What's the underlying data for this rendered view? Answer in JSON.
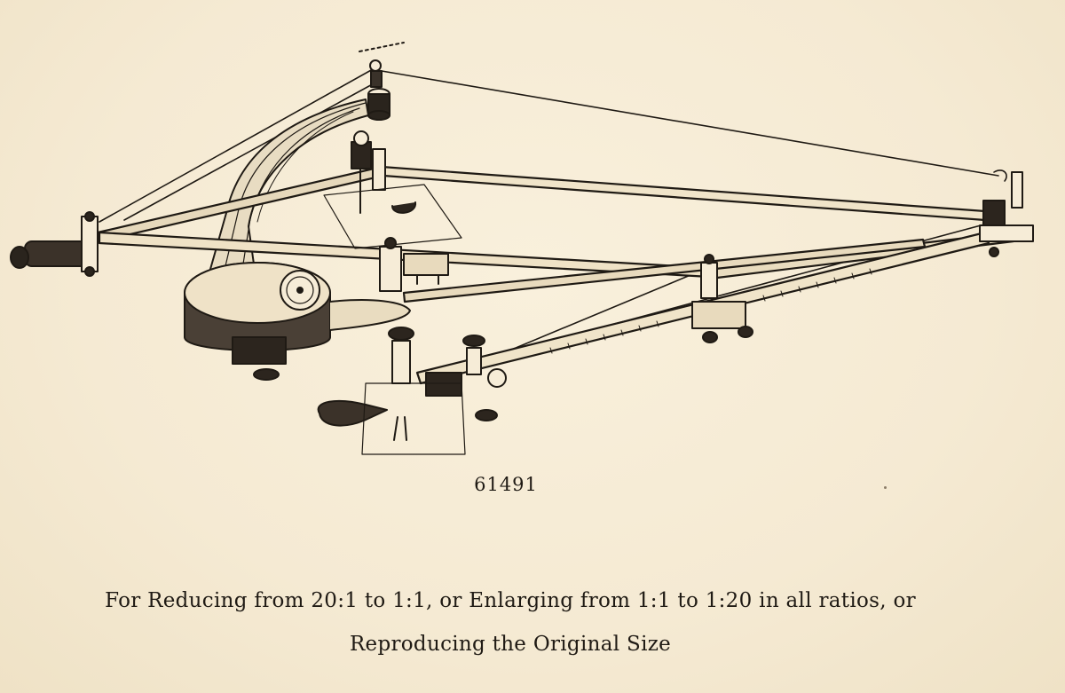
{
  "figure": {
    "plate_number": "61491",
    "subject_icon": "pantograph-engraving-instrument"
  },
  "caption": {
    "line_1": "For Reducing from 20:1 to 1:1, or Enlarging from 1:1 to 1:20 in all ratios, or",
    "line_2": "Reproducing the Original Size"
  },
  "colors": {
    "paper": "#f6ecd7",
    "ink": "#1f1a14"
  }
}
